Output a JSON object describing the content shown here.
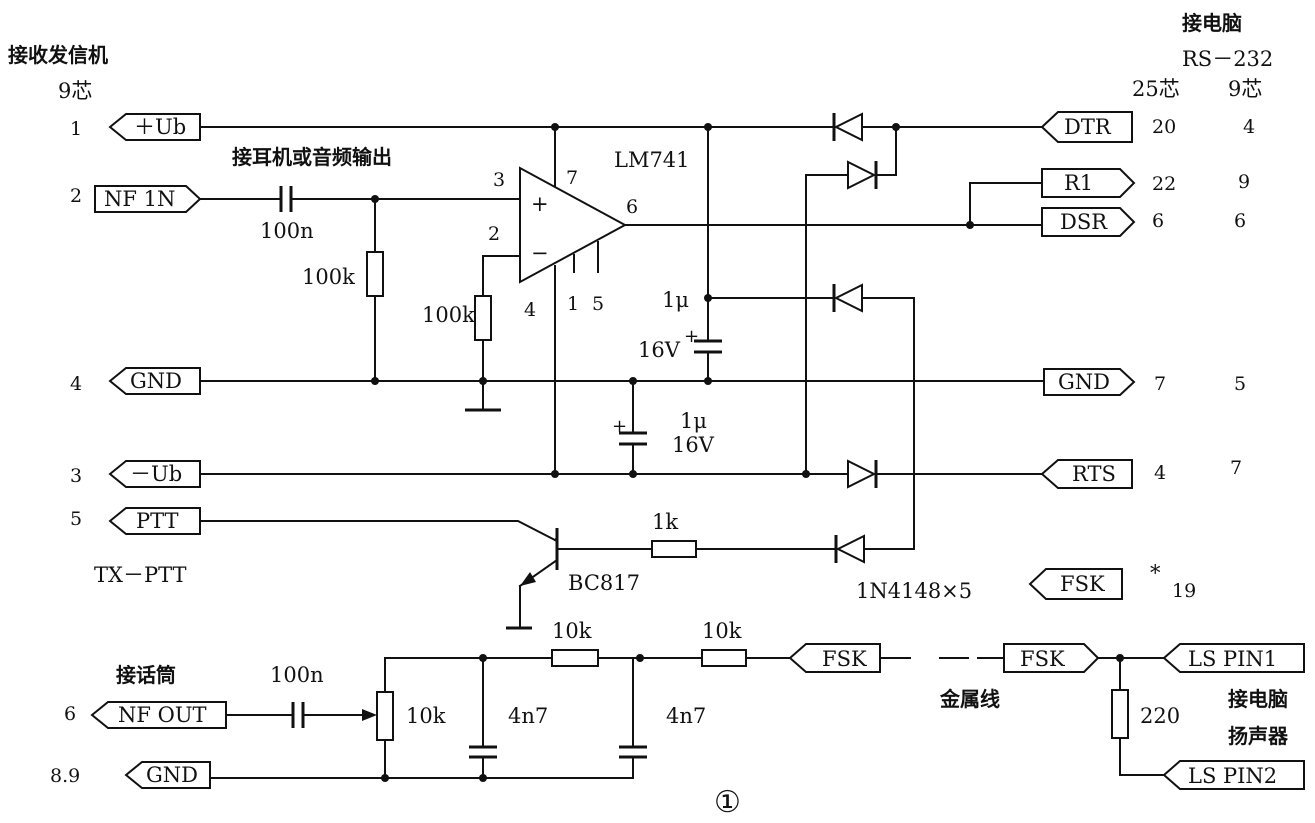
{
  "header": {
    "left_title": "接收发信机",
    "left_core": "9芯",
    "right_title": "接电脑",
    "right_port": "RS－232",
    "col_25": "25芯",
    "col_9": "9芯"
  },
  "left_connectors": [
    {
      "num": "1",
      "label": "＋Ub"
    },
    {
      "num": "2",
      "label": "NF 1N"
    },
    {
      "num": "4",
      "label": "GND"
    },
    {
      "num": "3",
      "label": "－Ub"
    },
    {
      "num": "5",
      "label": "PTT"
    },
    {
      "num": "6",
      "label": "NF OUT"
    },
    {
      "num": "8.9",
      "label": "GND"
    }
  ],
  "right_connectors": [
    {
      "label": "DTR",
      "pin25": "20",
      "pin9": "4"
    },
    {
      "label": "R1",
      "pin25": "22",
      "pin9": "9"
    },
    {
      "label": "DSR",
      "pin25": "6",
      "pin9": "6"
    },
    {
      "label": "GND",
      "pin25": "7",
      "pin9": "5"
    },
    {
      "label": "RTS",
      "pin25": "4",
      "pin9": "7"
    }
  ],
  "fsk": {
    "mid_label": "FSK",
    "mid_note": "*",
    "mid_pin": "19",
    "wire_left": "FSK",
    "wire_right": "FSK",
    "wire_note": "金属线",
    "ls1": "LS PIN1",
    "ls2": "LS PIN2",
    "speaker_note_1": "接电脑",
    "speaker_note_2": "扬声器"
  },
  "notes": {
    "earphone": "接耳机或音频输出",
    "mic": "接话筒",
    "tx_ptt": "TX－PTT",
    "figure_no": "①"
  },
  "opamp": {
    "name": "LM741",
    "pin7": "7",
    "pin3": "3",
    "pin2": "2",
    "pin6": "6",
    "pin4": "4",
    "pin1": "1",
    "pin5": "5",
    "plus": "+",
    "minus": "−"
  },
  "components": {
    "c_in": "100n",
    "r_in": "100k",
    "r_fb": "100k",
    "c1_val": "1μ",
    "c1_volt": "16V",
    "c2_val": "1μ",
    "c2_volt": "16V",
    "r_base": "1k",
    "transistor": "BC817",
    "diodes": "1N4148×5",
    "c_out": "100n",
    "pot": "10k",
    "c_f1": "4n7",
    "r_f1": "10k",
    "r_f2": "10k",
    "c_f2": "4n7",
    "r_ls": "220"
  }
}
